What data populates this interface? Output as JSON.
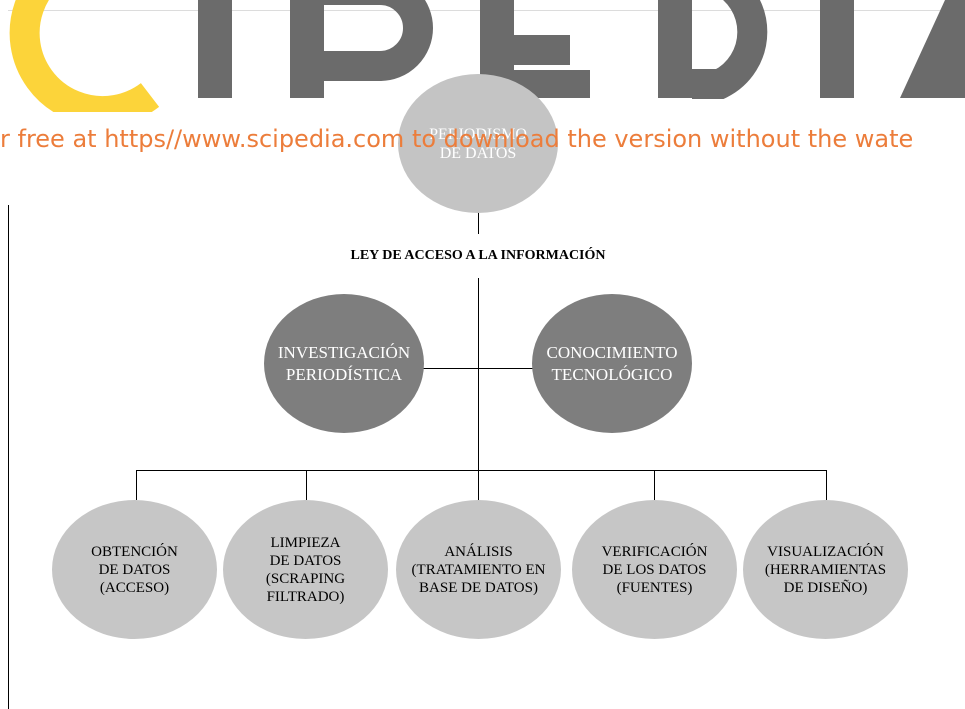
{
  "watermark": {
    "logo_text": "CIPEDIA",
    "notice": "r free at https//www.scipedia.com to download the version without the wate",
    "colors": {
      "logo_gray": "#6b6b6b",
      "logo_yellow": "#fcd43a",
      "notice_orange": "#ec7d3b"
    }
  },
  "diagram": {
    "root": {
      "label": "PERIODISMO\nDE DATOS"
    },
    "connector_label": "LEY DE ACCESO A LA INFORMACIÓN",
    "level2": [
      {
        "label": "INVESTIGACIÓN\nPERIODÍSTICA"
      },
      {
        "label": "CONOCIMIENTO\nTECNOLÓGICO"
      }
    ],
    "level3": [
      {
        "label": "OBTENCIÓN\nDE DATOS\n(ACCESO)"
      },
      {
        "label": "LIMPIEZA\nDE DATOS\n(SCRAPING\nFILTRADO)"
      },
      {
        "label": "ANÁLISIS\n(TRATAMIENTO EN\nBASE DE DATOS)"
      },
      {
        "label": "VERIFICACIÓN\nDE LOS DATOS\n(FUENTES)"
      },
      {
        "label": "VISUALIZACIÓN\n(HERRAMIENTAS\nDE DISEÑO)"
      }
    ],
    "colors": {
      "root": "#c4c4c4",
      "level2": "#7e7e7e",
      "level3": "#c6c6c6",
      "lines": "#000000"
    }
  }
}
